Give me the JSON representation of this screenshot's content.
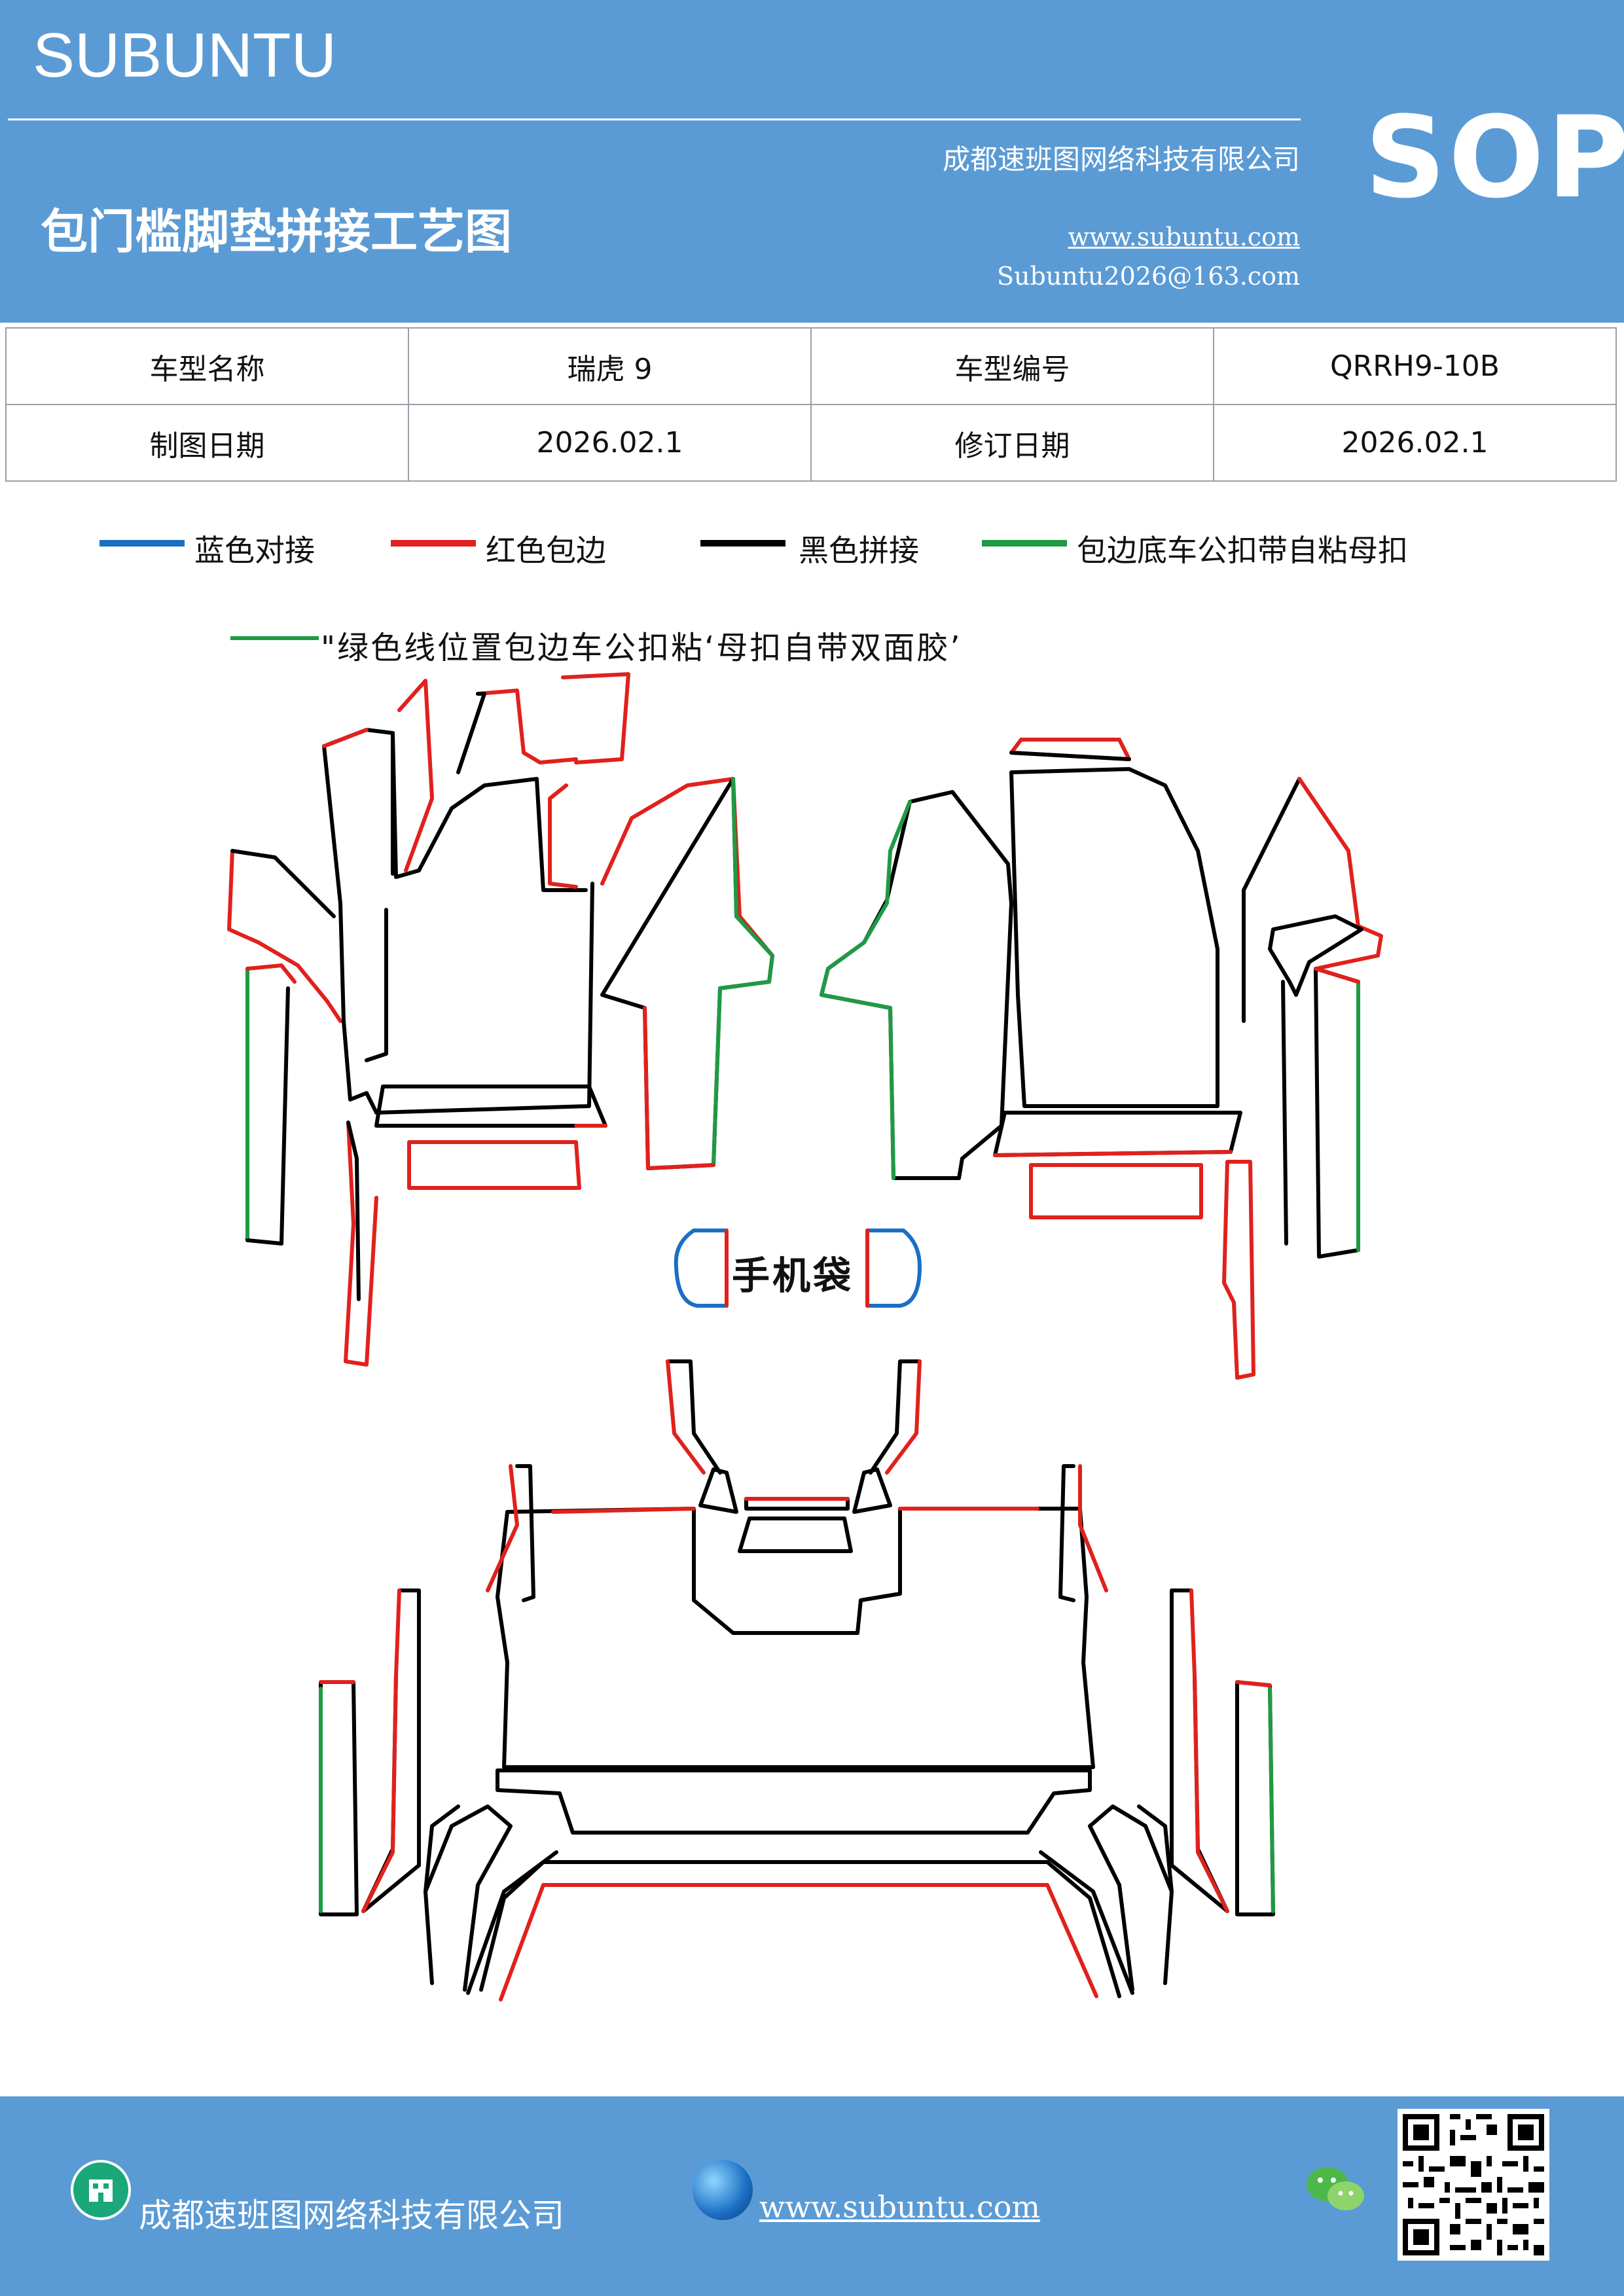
{
  "header": {
    "brand": "SUBUNTU",
    "sop": "SOP",
    "title": "包门槛脚垫拼接工艺图",
    "company": "成都速班图网络科技有限公司",
    "website": "www.subuntu.com",
    "email": "Subuntu2026@163.com"
  },
  "info_table": {
    "rows": [
      [
        "车型名称",
        "瑞虎 9",
        "车型编号",
        "QRRH9-10B"
      ],
      [
        "制图日期",
        "2026.02.1",
        "修订日期",
        "2026.02.1"
      ]
    ]
  },
  "legend": [
    {
      "label": "蓝色对接",
      "color": "#1a6fc4"
    },
    {
      "label": "红色包边",
      "color": "#e0211d"
    },
    {
      "label": "黑色拼接",
      "color": "#000000"
    },
    {
      "label": "包边底车公扣带自粘母扣",
      "color": "#1f9a44"
    }
  ],
  "note": "\"绿色线位置包边车公扣粘‘母扣自带双面胶’",
  "diagram": {
    "phone_pocket_label": "手机袋"
  },
  "footer": {
    "company": "成都速班图网络科技有限公司",
    "website": "www.subuntu.com"
  },
  "icons": [
    "company-icon",
    "globe-icon",
    "wechat-icon",
    "qr-code"
  ]
}
